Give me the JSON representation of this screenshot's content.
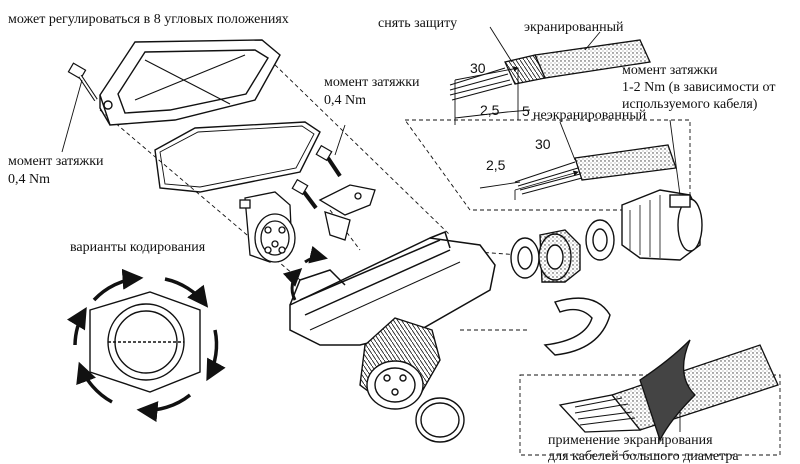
{
  "labels": {
    "adjust_positions": "может регулироваться в 8 угловых положениях",
    "torque_left": "момент затяжки",
    "torque_left_value": "0,4 Nm",
    "torque_mid": "момент затяжки",
    "torque_mid_value": "0,4 Nm",
    "coding_variants": "варианты кодирования",
    "remove_protection": "снять защиту",
    "shielded": "экранированный",
    "unshielded": "неэкранированный",
    "torque_right_1": "момент затяжки",
    "torque_right_2": "1-2 Nm (в зависимости от",
    "torque_right_3": "используемого кабеля)",
    "shield_application_1": "применение экранирования",
    "shield_application_2": "для кабелей большого диаметра"
  },
  "dimensions": {
    "shielded_strip": "30",
    "shielded_wire": "2,5",
    "shielded_braid": "5",
    "unshielded_strip": "30",
    "unshielded_wire": "2,5"
  },
  "colors": {
    "line": "#111111",
    "fill": "#ffffff",
    "hatch": "#555555"
  }
}
